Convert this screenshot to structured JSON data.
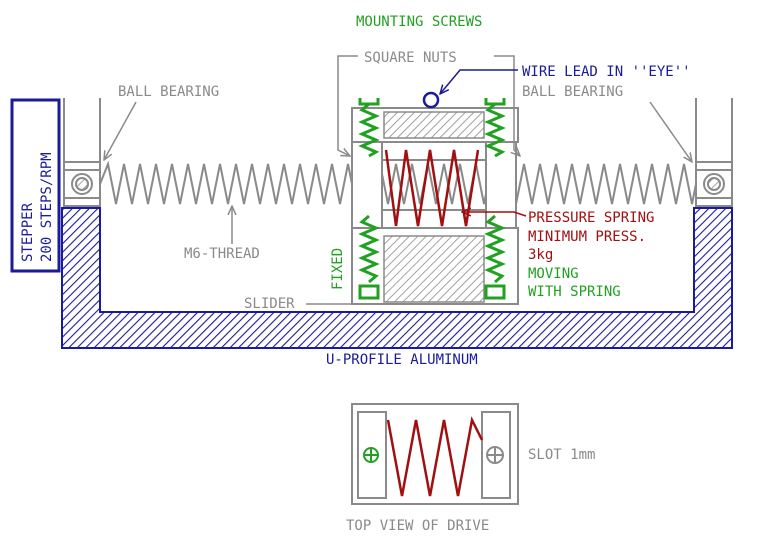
{
  "labels": {
    "mounting_screws": "MOUNTING SCREWS",
    "square_nuts": "SQUARE NUTS",
    "wire_lead": "WIRE LEAD IN ''EYE''",
    "ball_bearing_left": "BALL BEARING",
    "ball_bearing_right": "BALL BEARING",
    "stepper_line1": "STEPPER",
    "stepper_line2": "200 STEPS/RPM",
    "m6_thread": "M6-THREAD",
    "pressure_spring": "PRESSURE SPRING",
    "minimum_press": "MINIMUM PRESS.",
    "press_value": "3kg",
    "fixed": "FIXED",
    "moving": "MOVING",
    "with_spring": "WITH SPRING",
    "slider": "SLIDER",
    "u_profile": "U-PROFILE ALUMINUM",
    "slot": "SLOT 1mm",
    "top_view": "TOP VIEW OF DRIVE"
  },
  "colors": {
    "gray": "#8a8a8a",
    "navy": "#1a1a9a",
    "green": "#22a022",
    "dark_red": "#a01010"
  }
}
